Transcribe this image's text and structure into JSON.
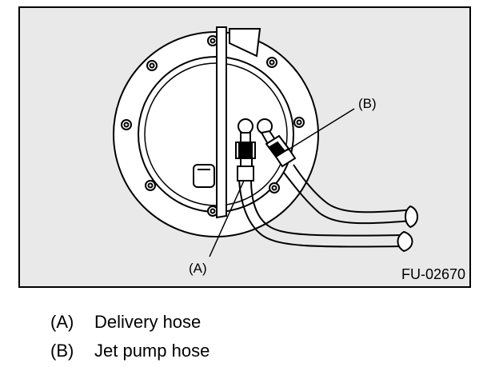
{
  "figure": {
    "callout_a": "(A)",
    "callout_b": "(B)",
    "figure_id": "FU-02670"
  },
  "legend": [
    {
      "key": "(A)",
      "text": "Delivery hose"
    },
    {
      "key": "(B)",
      "text": "Jet pump hose"
    }
  ]
}
